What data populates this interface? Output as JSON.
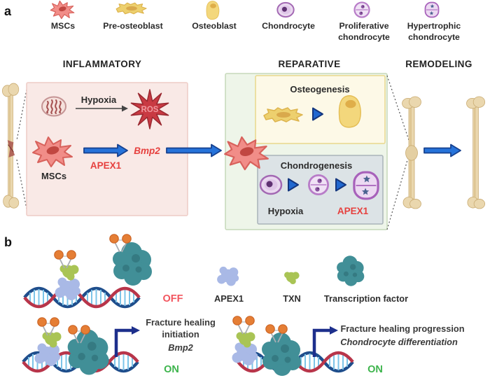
{
  "panel_a": {
    "label": "a",
    "legend": [
      {
        "label": "MSCs"
      },
      {
        "label": "Pre-osteoblast"
      },
      {
        "label": "Osteoblast"
      },
      {
        "label": "Chondrocyte"
      },
      {
        "label": "Proliferative",
        "label2": "chondrocyte"
      },
      {
        "label": "Hypertrophic",
        "label2": "chondrocyte"
      }
    ],
    "phases": [
      "INFLAMMATORY",
      "REPARATIVE",
      "REMODELING"
    ],
    "inflammatory": {
      "hypoxia": "Hypoxia",
      "ros": "ROS",
      "mscs": "MSCs",
      "apex1": "APEX1",
      "bmp2": "Bmp2"
    },
    "reparative": {
      "osteogenesis": "Osteogenesis",
      "chondrogenesis": "Chondrogenesis",
      "hypoxia": "Hypoxia",
      "apex1": "APEX1"
    }
  },
  "panel_b": {
    "label": "b",
    "off": "OFF",
    "legend": {
      "apex1": "APEX1",
      "txn": "TXN",
      "tf": "Transcription factor"
    },
    "initiation": {
      "line1": "Fracture healing",
      "line2": "initiation",
      "gene": "Bmp2",
      "state": "ON"
    },
    "progression": {
      "line1": "Fracture healing progression",
      "line2": "Chondrocyte differentiation",
      "state": "ON"
    }
  },
  "colors": {
    "accent_red": "#e6403e",
    "arrow_blue": "#2673da",
    "on_green": "#3db44c",
    "off_red": "#f2555e",
    "inflammatory_box": "#f9e9e6",
    "reparative_box": "#eef5e9",
    "osteogenesis_box": "#fdf9e7",
    "chondrogenesis_box": "#dce3e6"
  }
}
